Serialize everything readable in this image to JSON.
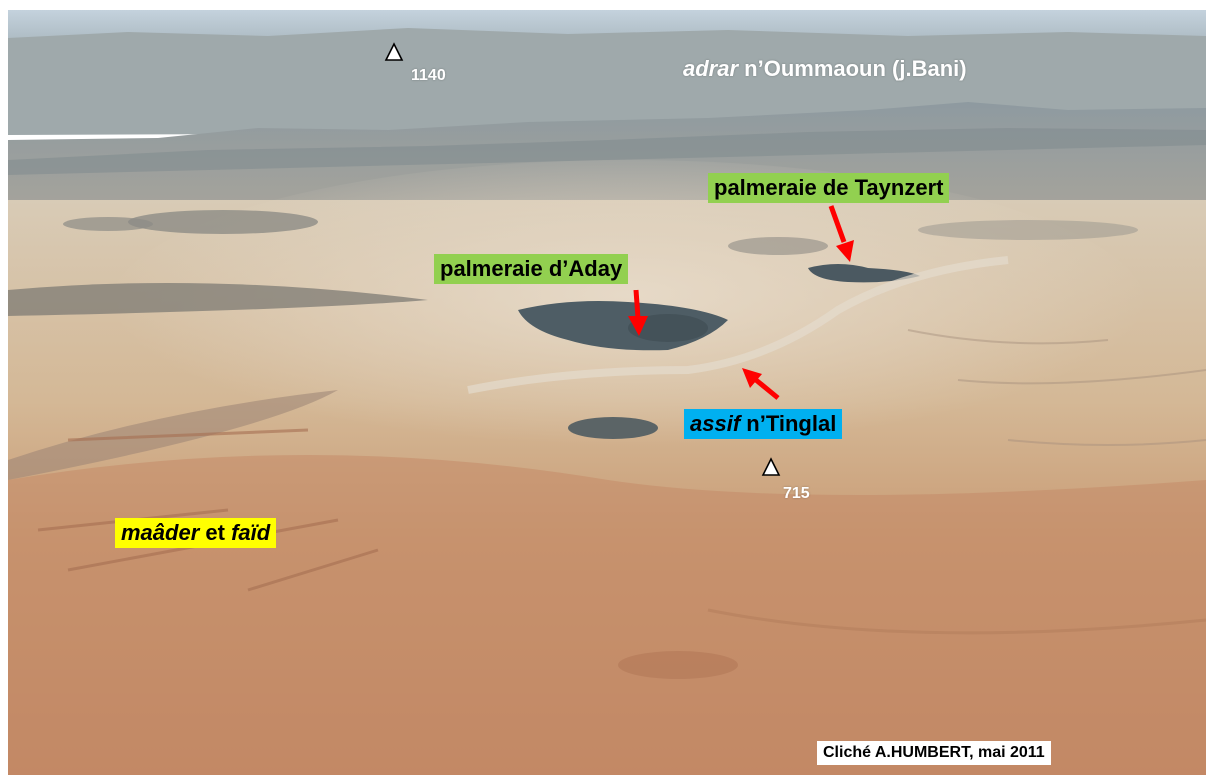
{
  "photo": {
    "colors": {
      "sky": "#b9c9d6",
      "far_range": "#9aa6ab",
      "near_range": "#8c8f8c",
      "plain_light": "#d9c7ad",
      "plain_mid": "#c8a17d",
      "foreground": "#c58e6a",
      "palm_grove": "#4b5a62"
    }
  },
  "labels": {
    "peak_high": "1140",
    "peak_low": "715",
    "range_em": "adrar",
    "range_rest": " n’Oummaoun (j.Bani)",
    "taynzert": "palmeraie de Taynzert",
    "aday": "palmeraie d’Aday",
    "assif_em": "assif",
    "assif_rest": " n’Tinglal",
    "maader_em": "maâder",
    "maader_mid": " et ",
    "faid_em": "faïd",
    "credit": "Cliché A.HUMBERT, mai 2011"
  },
  "colors": {
    "green_box": "#92d050",
    "blue_box": "#00b0f0",
    "yellow_box": "#ffff00",
    "white_box": "#ffffff",
    "arrow": "#ff0000",
    "marker": "#ffffff"
  },
  "icons": {
    "summit": "triangle-outline-icon",
    "pointer": "red-arrow-icon"
  }
}
